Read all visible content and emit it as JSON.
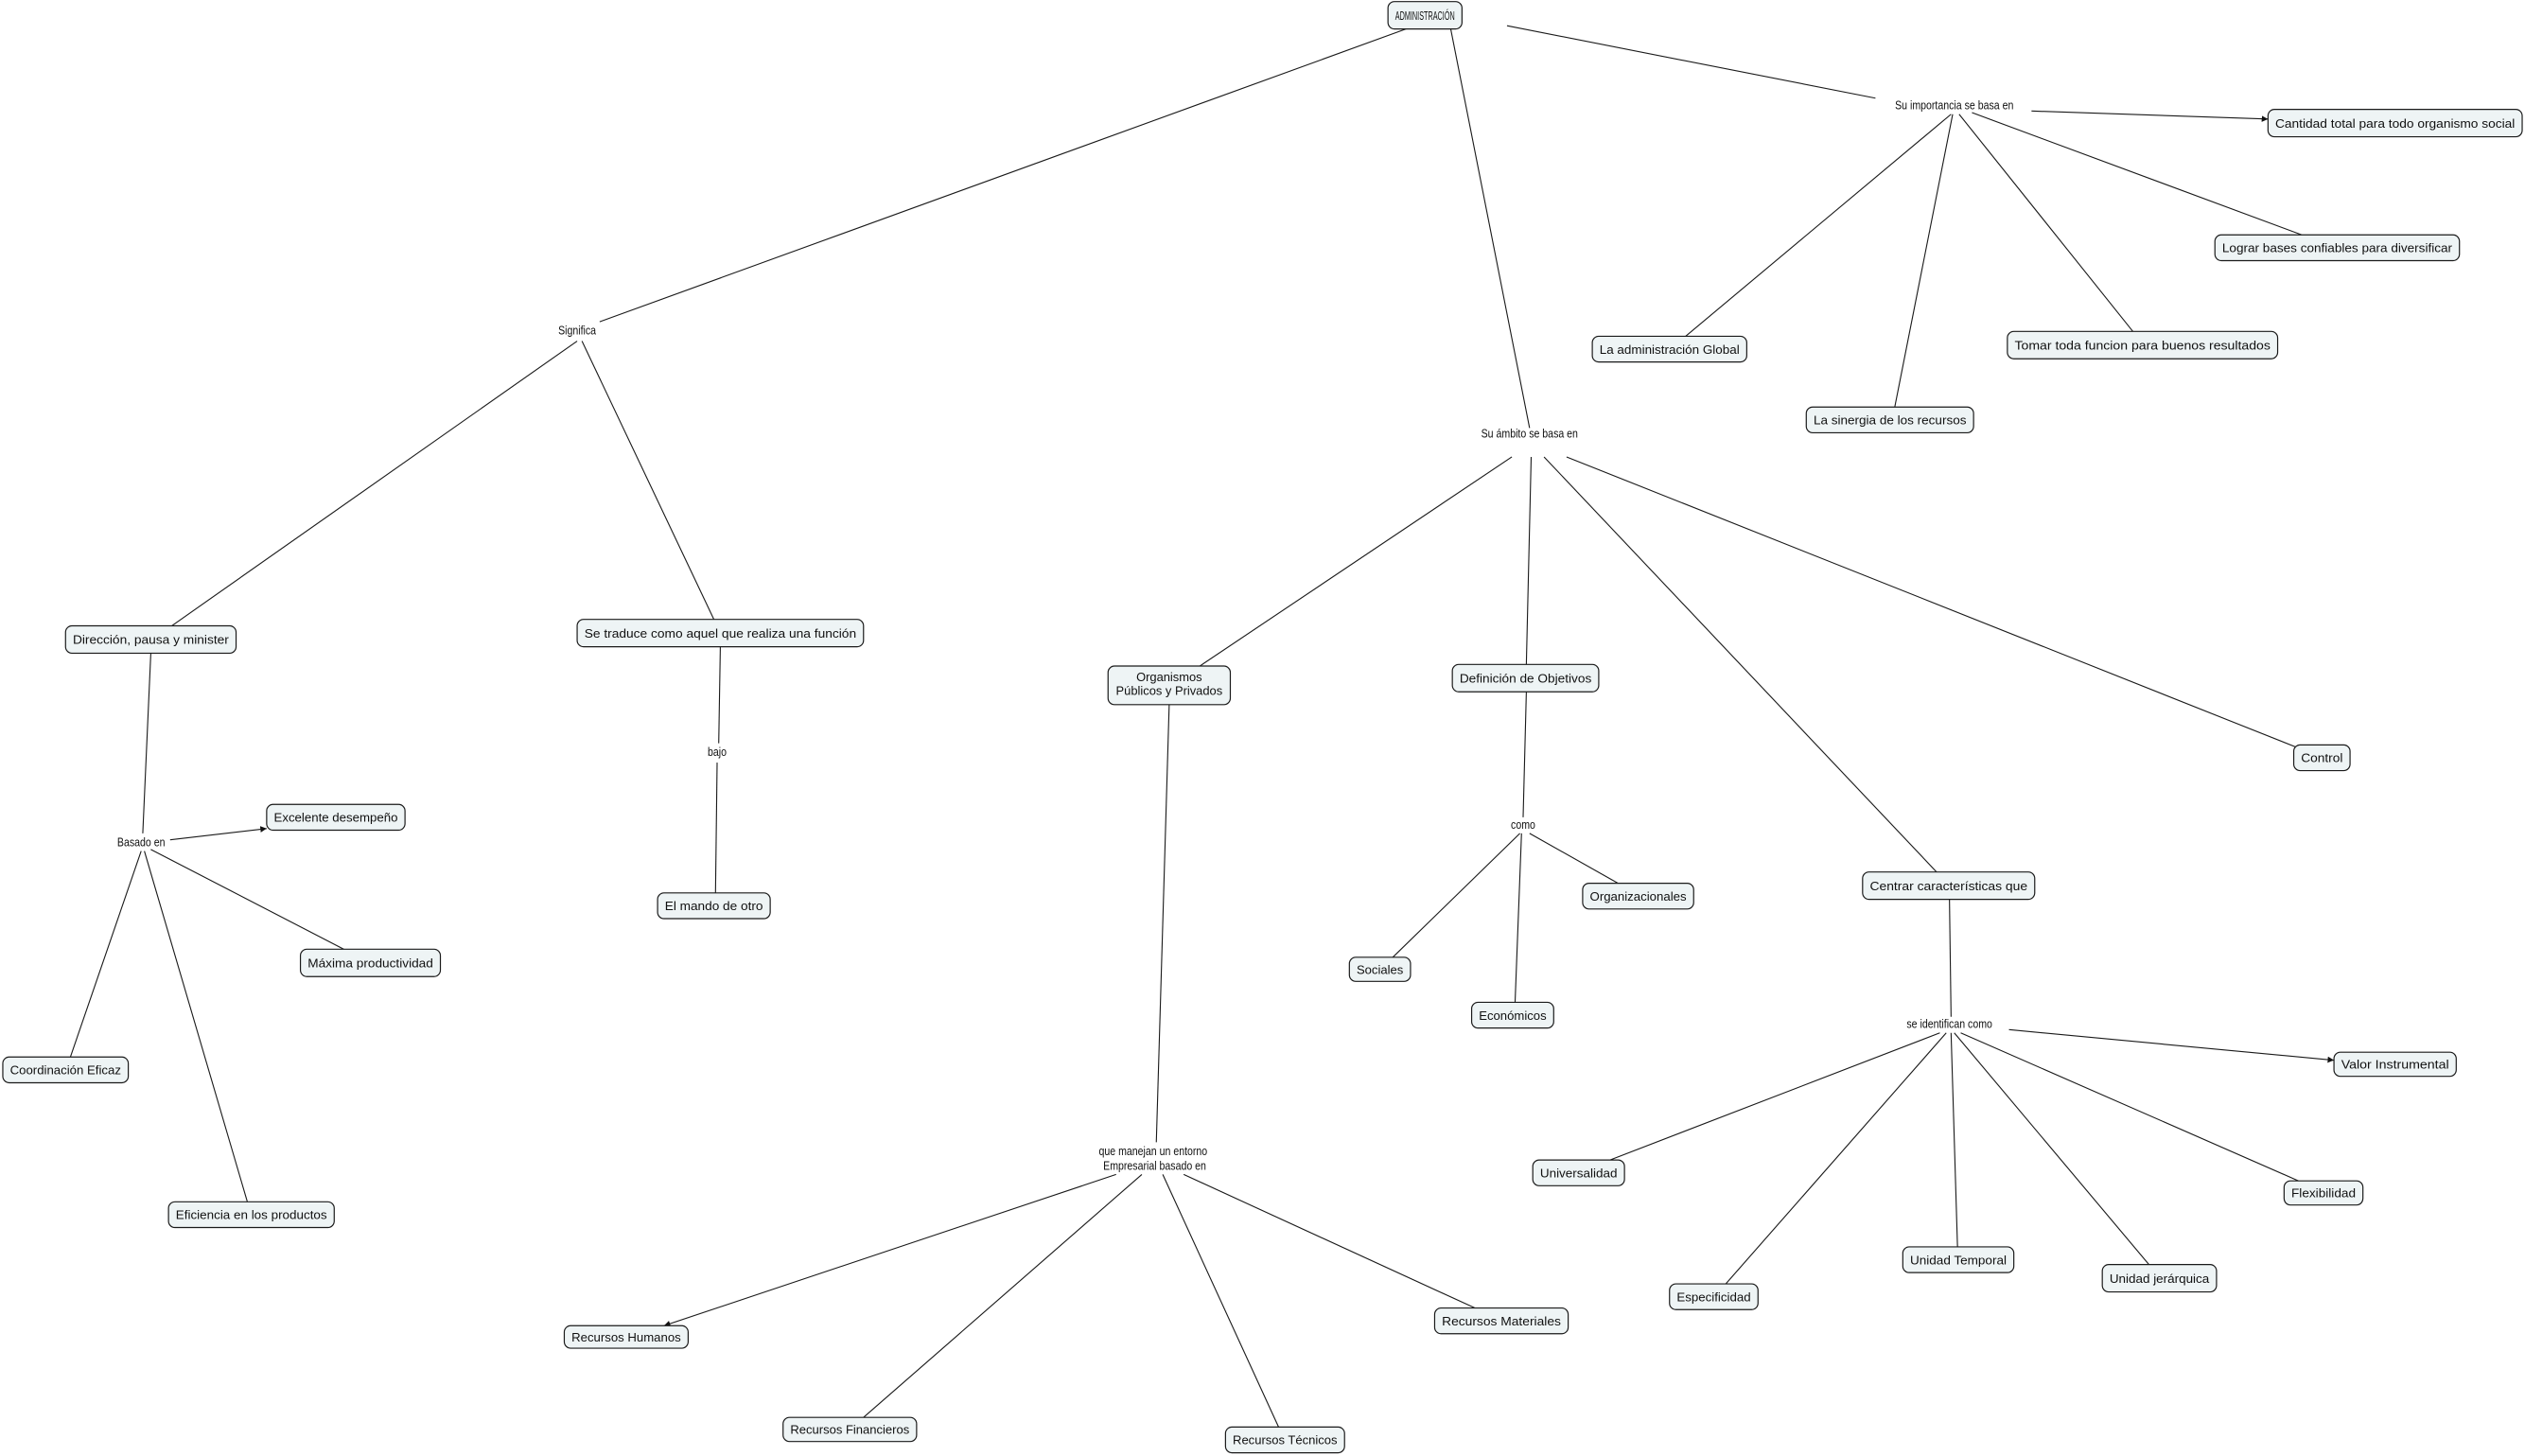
{
  "title": "ADMINISTRACIÓN",
  "concepts": {
    "admin": "ADMINISTRACIÓN",
    "cantidad": "Cantidad total para todo organismo social",
    "lograr": "Lograr bases confiables para diversificar",
    "tomar": "Tomar toda funcion para buenos resultados",
    "sinergia": "La sinergia de los recursos",
    "global": "La administración Global",
    "direccion": "Dirección, pausa y minister",
    "setraduce": "Se traduce como aquel que realiza una función",
    "mando": "El mando de otro",
    "excelente": "Excelente desempeño",
    "maxima": "Máxima productividad",
    "coord": "Coordinación Eficaz",
    "eficiencia": "Eficiencia en los productos",
    "organismos1": "Organismos",
    "organismos2": "Públicos y Privados",
    "definicion": "Definición de Objetivos",
    "control": "Control",
    "centrar": "Centrar características que",
    "organizacionales": "Organizacionales",
    "sociales": "Sociales",
    "economicos": "Económicos",
    "valor": "Valor Instrumental",
    "universalidad": "Universalidad",
    "especificidad": "Especificidad",
    "temporal": "Unidad Temporal",
    "jerarquica": "Unidad jerárquica",
    "flexibilidad": "Flexibilidad",
    "humanos": "Recursos Humanos",
    "financieros": "Recursos Financieros",
    "tecnicos": "Recursos Técnicos",
    "materiales": "Recursos Materiales"
  },
  "linking_phrases": {
    "importancia": "Su importancia se basa en",
    "significa": "Significa",
    "bajo": "bajo",
    "basado": "Basado en",
    "ambito": "Su ámbito se basa en",
    "como": "como",
    "seident": "se identifican como",
    "manejan1": "que manejan un entorno",
    "manejan2": "Empresarial basado en"
  }
}
